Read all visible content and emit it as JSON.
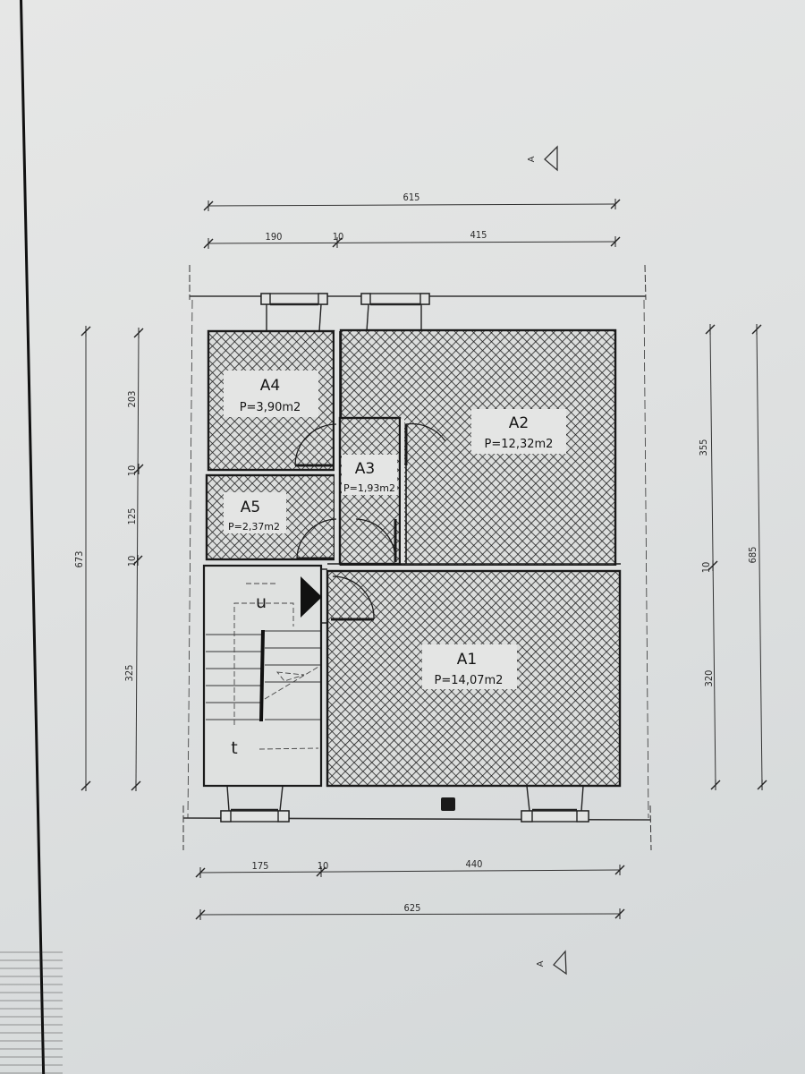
{
  "drawing": {
    "type": "floor-plan",
    "colors": {
      "paper": "#e3e4e3",
      "ink": "#1a1a1a",
      "hatch": "#222222"
    }
  },
  "rooms": [
    {
      "id": "A1",
      "name": "A1",
      "area": "P=14,07m2"
    },
    {
      "id": "A2",
      "name": "A2",
      "area": "P=12,32m2"
    },
    {
      "id": "A3",
      "name": "A3",
      "area": "P=1,93m2"
    },
    {
      "id": "A4",
      "name": "A4",
      "area": "P=3,90m2"
    },
    {
      "id": "A5",
      "name": "A5",
      "area": "P=2,37m2"
    }
  ],
  "stair": {
    "up_label": "u",
    "down_label": "t"
  },
  "dimensions": {
    "top_total": "615",
    "top_segments": [
      "190",
      "10",
      "415"
    ],
    "bottom_segments": [
      "175",
      "10",
      "440"
    ],
    "bottom_total": "625",
    "left_total": "673",
    "left_segments": [
      "203",
      "10",
      "125",
      "10",
      "325"
    ],
    "right_segments": [
      "355",
      "10",
      "320"
    ],
    "right_total": "685"
  },
  "section_markers": {
    "top": {
      "letter": "A",
      "icon": "section-triangle-icon"
    },
    "bottom": {
      "letter": "A",
      "icon": "section-triangle-icon"
    }
  }
}
